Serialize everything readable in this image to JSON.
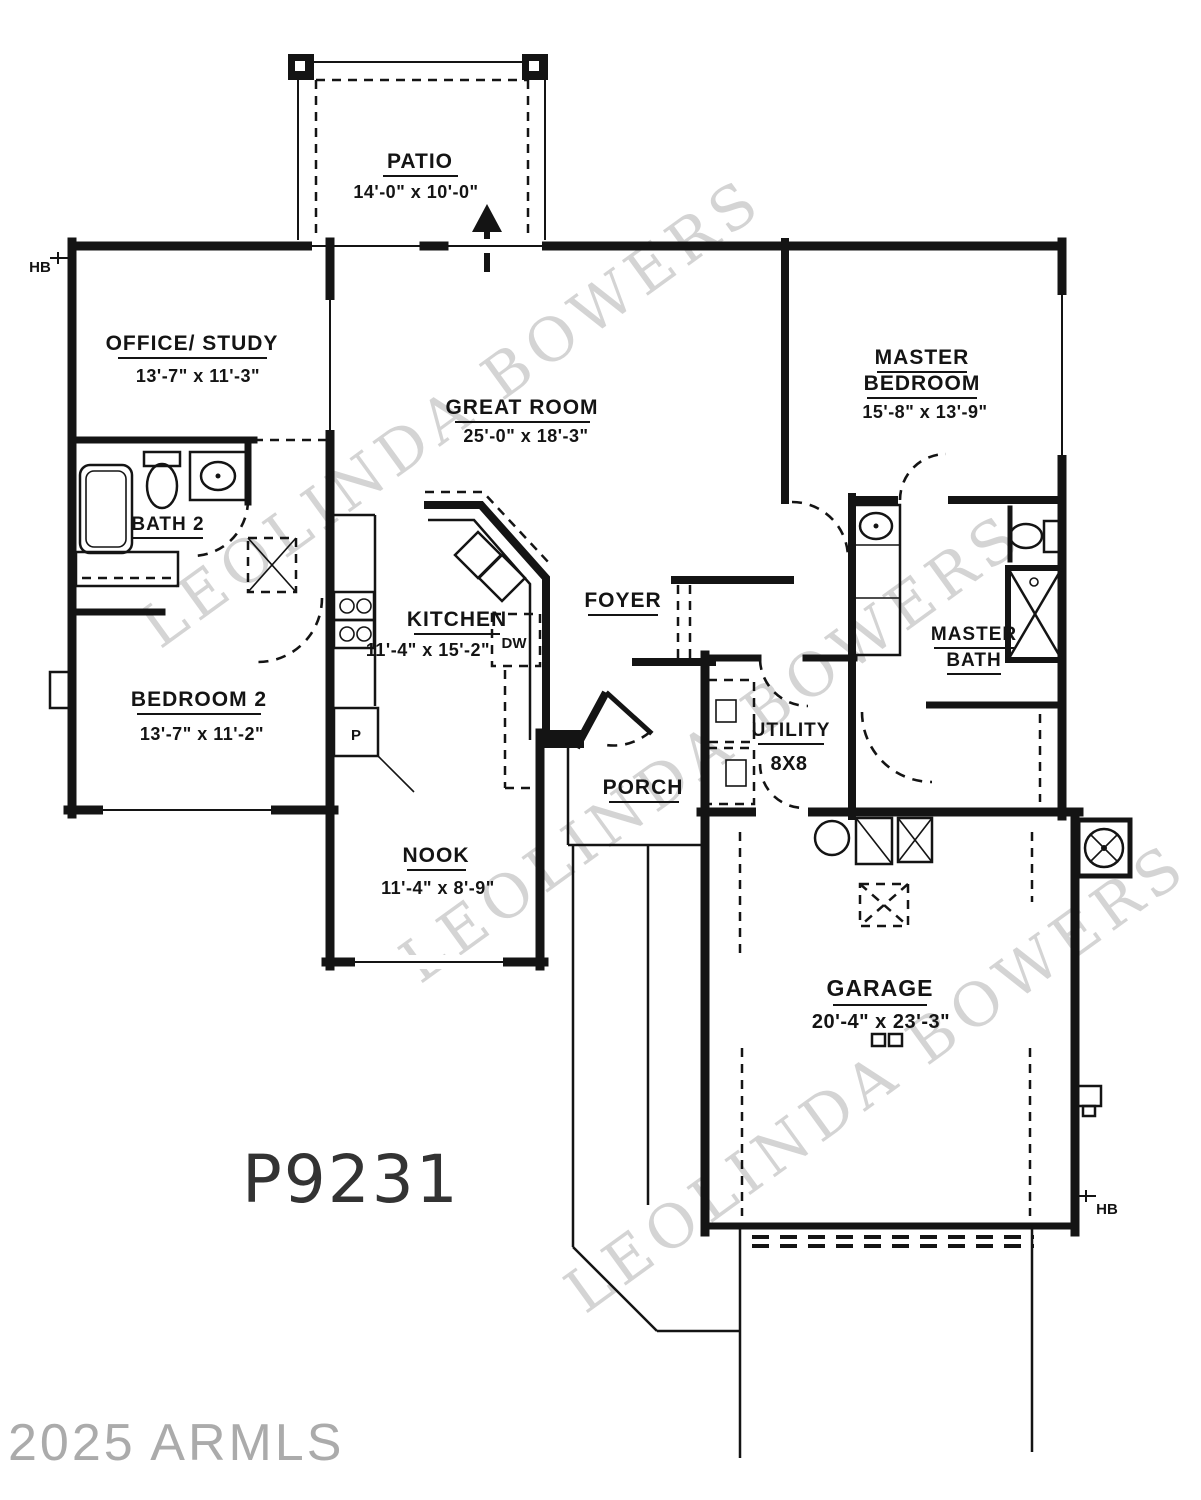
{
  "plan": {
    "number": "P9231",
    "copyright": "2025 ARMLS",
    "watermark": "LEOLINDA BOWERS"
  },
  "rooms": {
    "patio": {
      "name": "PATIO",
      "dims": "14'-0\" x 10'-0\""
    },
    "office": {
      "name": "OFFICE/ STUDY",
      "dims": "13'-7\" x 11'-3\""
    },
    "great_room": {
      "name": "GREAT ROOM",
      "dims": "25'-0\" x 18'-3\""
    },
    "master_bedroom": {
      "name_line1": "MASTER",
      "name_line2": "BEDROOM",
      "dims": "15'-8\" x 13'-9\""
    },
    "bath2": {
      "name": "BATH 2"
    },
    "bedroom2": {
      "name": "BEDROOM 2",
      "dims": "13'-7\" x 11'-2\""
    },
    "kitchen": {
      "name": "KITCHEN",
      "dims": "11'-4\" x 15'-2\""
    },
    "foyer": {
      "name": "FOYER"
    },
    "master_bath": {
      "name_line1": "MASTER",
      "name_line2": "BATH"
    },
    "utility": {
      "name": "UTILITY",
      "dims": "8X8"
    },
    "porch": {
      "name": "PORCH"
    },
    "nook": {
      "name": "NOOK",
      "dims": "11'-4\" x 8'-9\""
    },
    "garage": {
      "name": "GARAGE",
      "dims": "20'-4\" x 23'-3\""
    }
  },
  "annotations": {
    "dishwasher": "DW",
    "pantry": "P",
    "hose_bib": "HB"
  },
  "colors": {
    "ink": "#141414",
    "watermark_gray": "#8f8f8f",
    "faint_gray": "#ababab"
  }
}
